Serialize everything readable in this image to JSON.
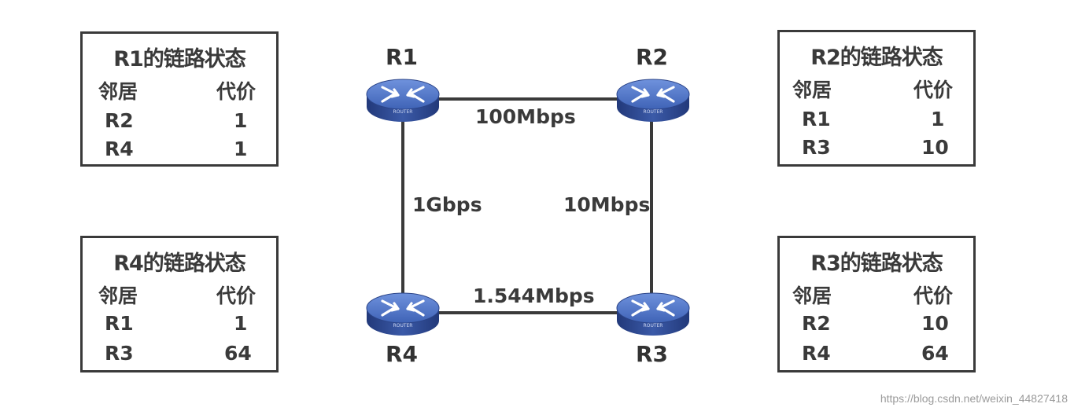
{
  "routers": [
    {
      "id": "R1",
      "label": "R1",
      "tag": "ROUTER"
    },
    {
      "id": "R2",
      "label": "R2",
      "tag": "ROUTER"
    },
    {
      "id": "R3",
      "label": "R3",
      "tag": "ROUTER"
    },
    {
      "id": "R4",
      "label": "R4",
      "tag": "ROUTER"
    }
  ],
  "links": [
    {
      "from": "R1",
      "to": "R2",
      "label": "100Mbps"
    },
    {
      "from": "R1",
      "to": "R4",
      "label": "1Gbps"
    },
    {
      "from": "R2",
      "to": "R3",
      "label": "10Mbps"
    },
    {
      "from": "R4",
      "to": "R3",
      "label": "1.544Mbps"
    }
  ],
  "tables": {
    "r1": {
      "title": "R1的链路状态",
      "header": {
        "neighbor": "邻居",
        "cost": "代价"
      },
      "rows": [
        {
          "neighbor": "R2",
          "cost": "1"
        },
        {
          "neighbor": "R4",
          "cost": "1"
        }
      ]
    },
    "r2": {
      "title": "R2的链路状态",
      "header": {
        "neighbor": "邻居",
        "cost": "代价"
      },
      "rows": [
        {
          "neighbor": "R1",
          "cost": "1"
        },
        {
          "neighbor": "R3",
          "cost": "10"
        }
      ]
    },
    "r4": {
      "title": "R4的链路状态",
      "header": {
        "neighbor": "邻居",
        "cost": "代价"
      },
      "rows": [
        {
          "neighbor": "R1",
          "cost": "1"
        },
        {
          "neighbor": "R3",
          "cost": "64"
        }
      ]
    },
    "r3": {
      "title": "R3的链路状态",
      "header": {
        "neighbor": "邻居",
        "cost": "代价"
      },
      "rows": [
        {
          "neighbor": "R2",
          "cost": "10"
        },
        {
          "neighbor": "R4",
          "cost": "64"
        }
      ]
    }
  },
  "watermark": "https://blog.csdn.net/weixin_44827418",
  "colors": {
    "router_top": "#4a6fc0",
    "router_side": "#2b4488",
    "line": "#3a3a3a"
  }
}
